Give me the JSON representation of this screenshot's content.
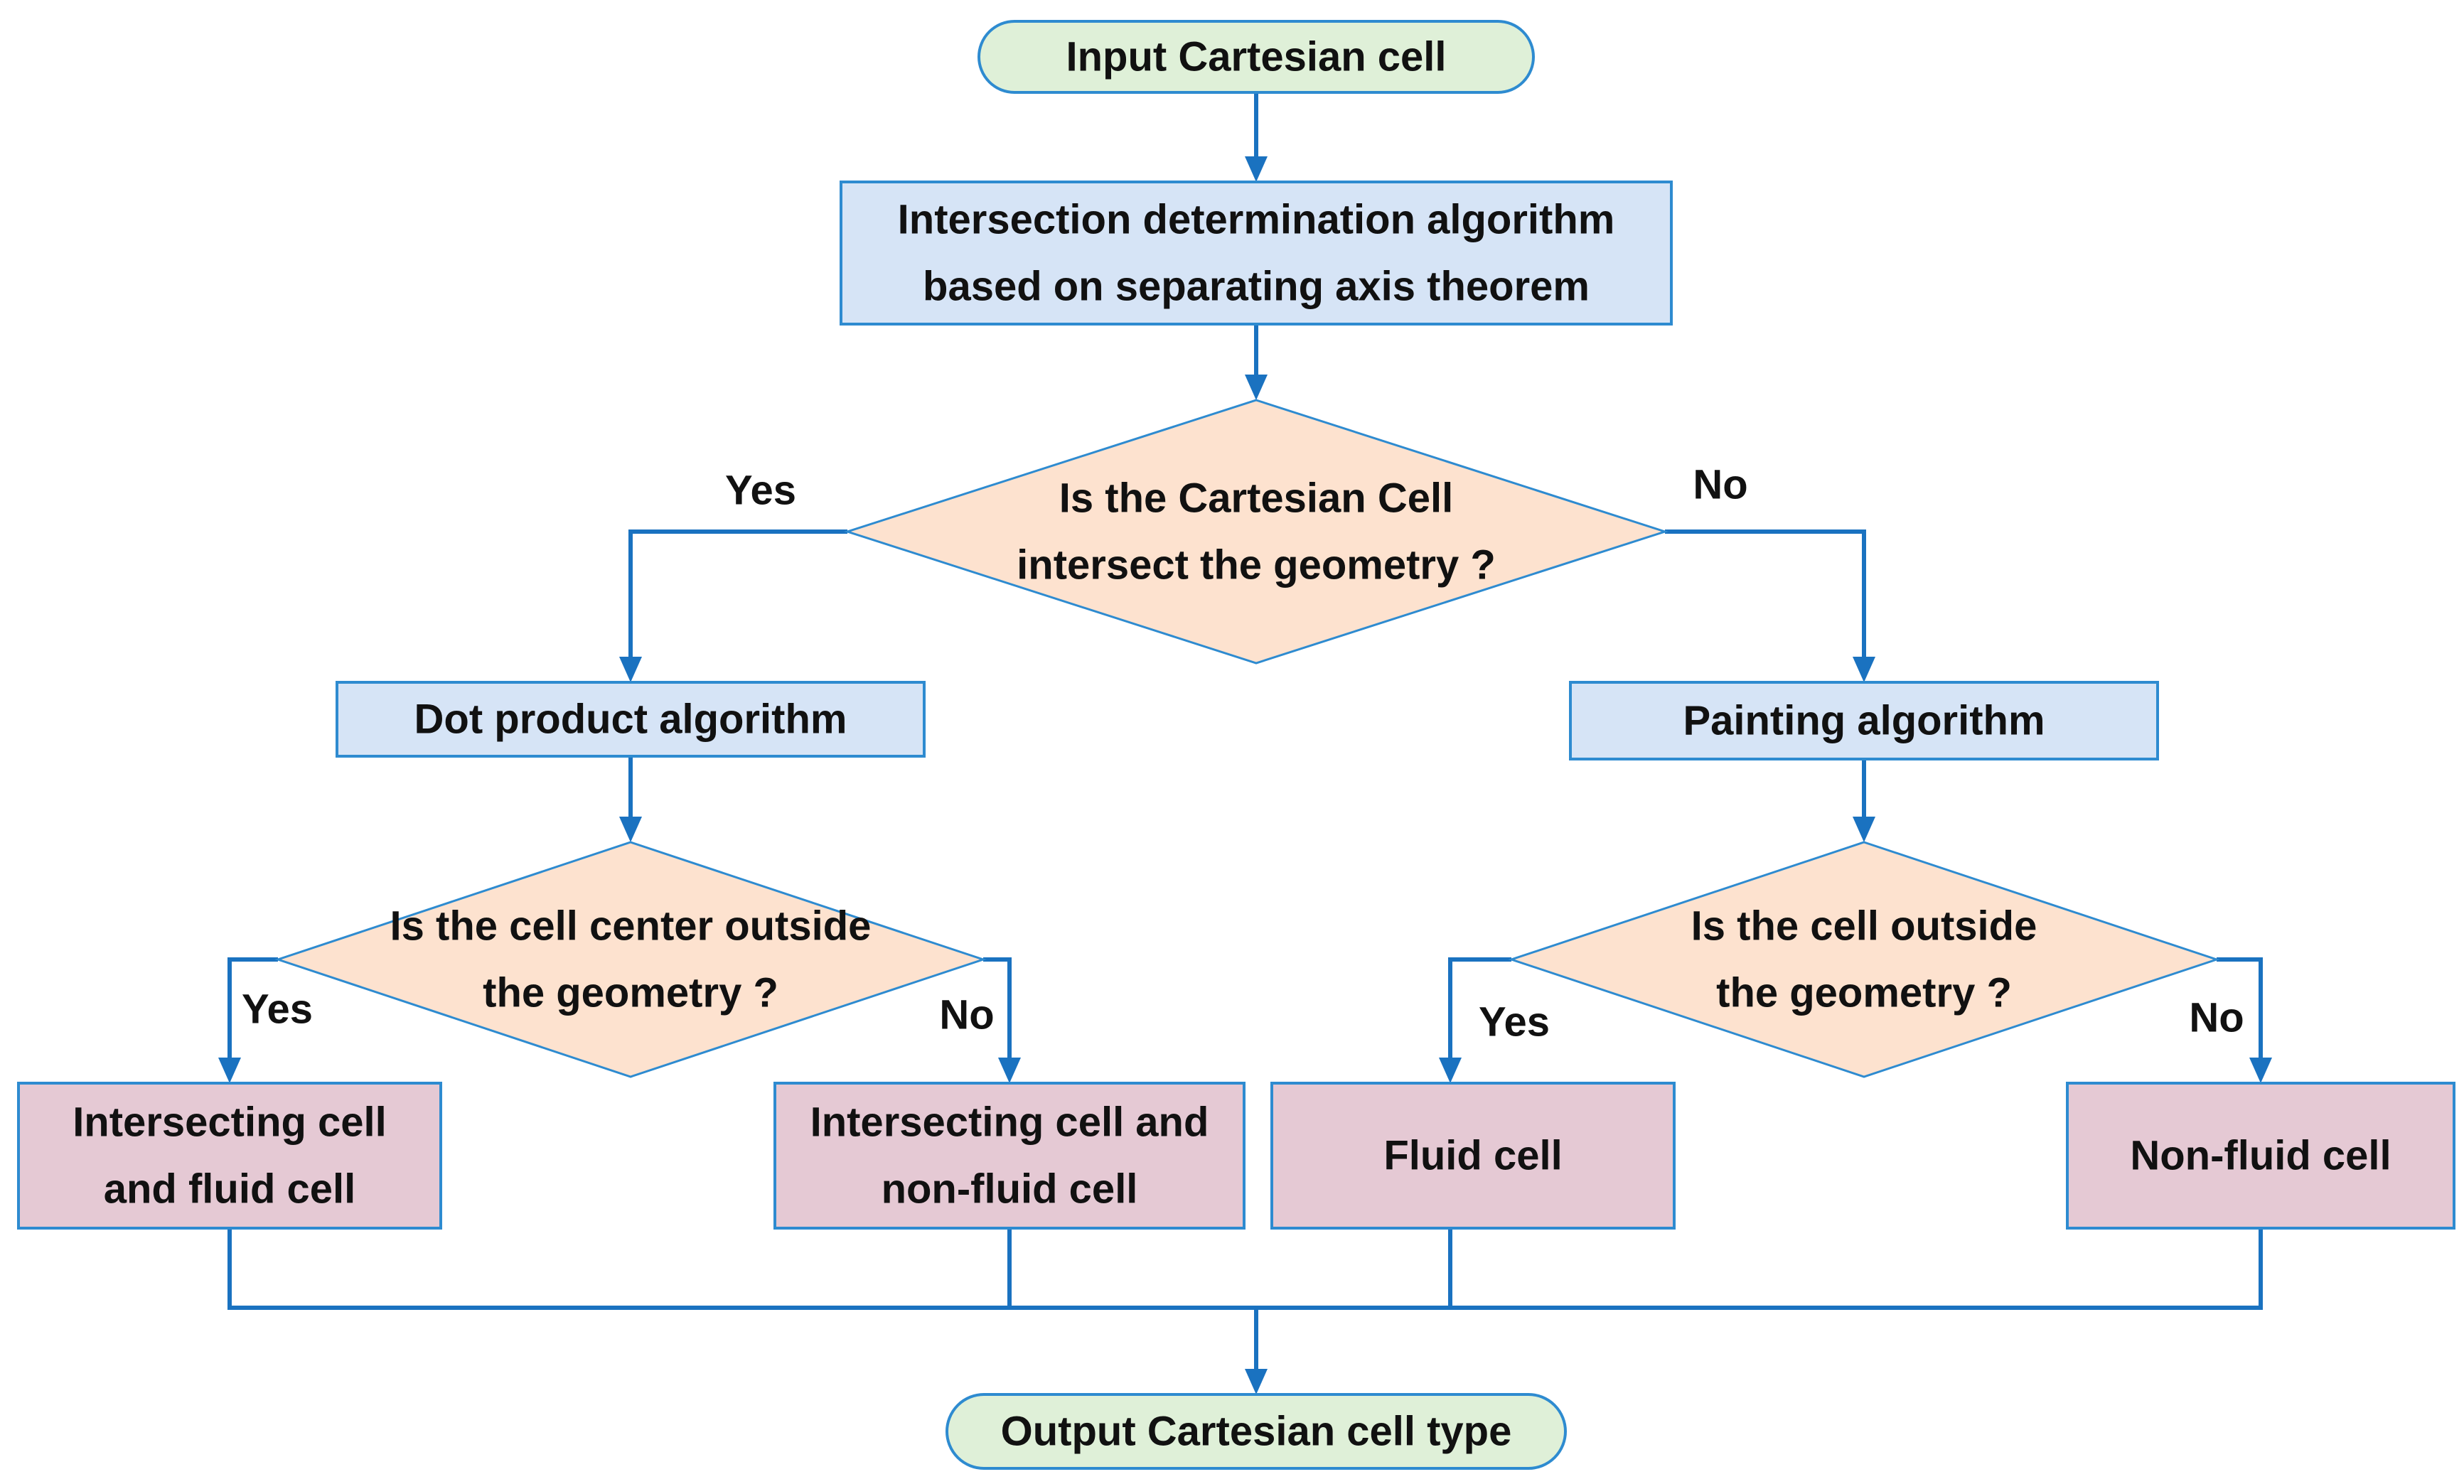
{
  "colors": {
    "line": "#1a72c0",
    "terminal_fill": "#dff0d8",
    "terminal_stroke": "#2e8bd0",
    "process_fill": "#d6e4f6",
    "process_stroke": "#2e8bd0",
    "decision_fill": "#fde2cf",
    "decision_stroke": "#2e8bd0",
    "result_fill": "#e5c9d4",
    "result_stroke": "#2e8bd0"
  },
  "nodes": {
    "start": {
      "shape": "terminal",
      "lines": [
        "Input Cartesian cell"
      ]
    },
    "intersection": {
      "shape": "process",
      "lines": [
        "Intersection determination algorithm",
        "based on separating axis theorem"
      ]
    },
    "decision_intersect": {
      "shape": "decision",
      "lines": [
        "Is the Cartesian Cell",
        "intersect the geometry ?"
      ]
    },
    "dot_product": {
      "shape": "process",
      "lines": [
        "Dot product algorithm"
      ]
    },
    "painting": {
      "shape": "process",
      "lines": [
        "Painting algorithm"
      ]
    },
    "decision_center": {
      "shape": "decision",
      "lines": [
        "Is the cell center outside",
        "the geometry ?"
      ]
    },
    "decision_outside": {
      "shape": "decision",
      "lines": [
        "Is the cell outside",
        "the geometry ?"
      ]
    },
    "intersecting_fluid": {
      "shape": "result",
      "lines": [
        "Intersecting cell",
        "and fluid cell"
      ]
    },
    "intersecting_nonfluid": {
      "shape": "result",
      "lines": [
        "Intersecting cell and",
        "non-fluid cell"
      ]
    },
    "fluid": {
      "shape": "result",
      "lines": [
        "Fluid cell"
      ]
    },
    "nonfluid": {
      "shape": "result",
      "lines": [
        "Non-fluid cell"
      ]
    },
    "end": {
      "shape": "terminal",
      "lines": [
        "Output Cartesian cell type"
      ]
    }
  },
  "edge_labels": {
    "yes_main": "Yes",
    "no_main": "No",
    "yes_center": "Yes",
    "no_center": "No",
    "yes_outside": "Yes",
    "no_outside": "No"
  }
}
